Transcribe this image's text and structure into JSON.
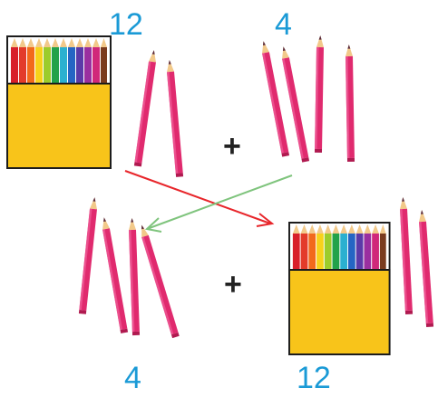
{
  "top": {
    "left_number": "12",
    "right_number": "4",
    "operator": "+"
  },
  "bottom": {
    "left_number": "4",
    "right_number": "12",
    "operator": "+"
  },
  "colors": {
    "number": "#1a9ad6",
    "box": "#f8c41a",
    "pencil": "#e02a6e",
    "arrow_red": "#e8262b",
    "arrow_green": "#7fc47d"
  },
  "icons": [
    "pencil-box-icon",
    "pink-pencil-icon",
    "red-arrow-icon",
    "green-arrow-icon"
  ]
}
